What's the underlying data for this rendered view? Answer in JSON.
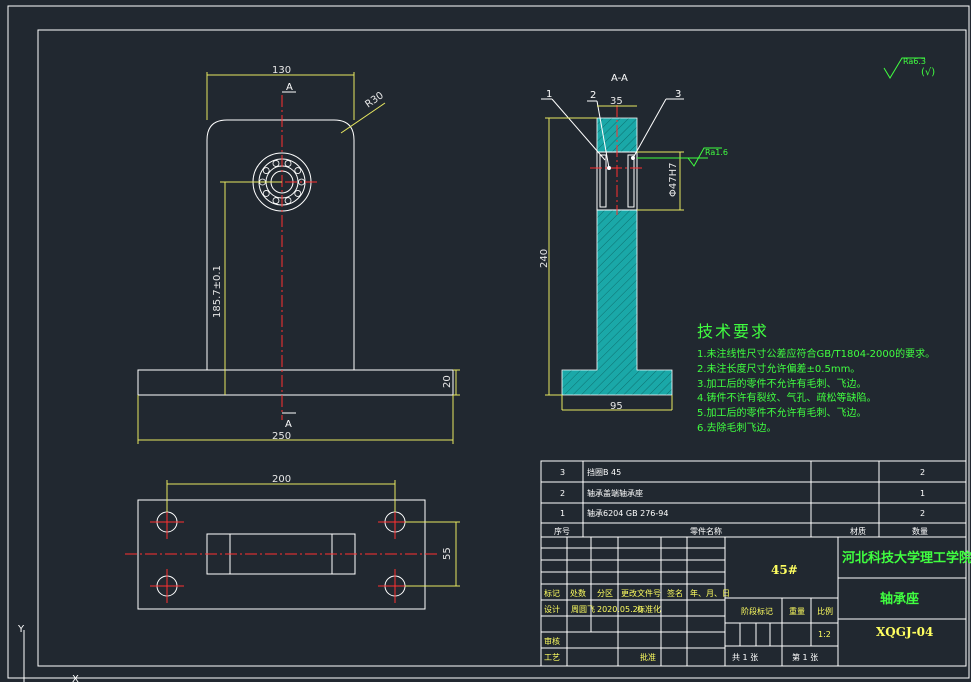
{
  "front_view": {
    "dim_width": "130",
    "dim_radius": "R30",
    "dim_height": "185.7±0.1",
    "dim_base_thickness": "20",
    "dim_base_width": "250",
    "section_mark": "A"
  },
  "section_view": {
    "title": "A-A",
    "callout_1": "1",
    "callout_2": "2",
    "callout_3": "3",
    "dim_top": "35",
    "dim_height": "240",
    "dim_bore": "Φ47H7",
    "dim_base": "95",
    "roughness": "Ra1.6"
  },
  "top_view": {
    "dim_hole_spacing": "200",
    "dim_depth": "55"
  },
  "general_roughness": {
    "value": "Ra6.3",
    "suffix": "(√)"
  },
  "tech_requirements": {
    "title": "技术要求",
    "items": [
      "1.未注线性尺寸公差应符合GB/T1804-2000的要求。",
      "2.未注长度尺寸允许偏差±0.5mm。",
      "3.加工后的零件不允许有毛刺、飞边。",
      "4.铸件不许有裂纹、气孔、疏松等缺陷。",
      "5.加工后的零件不允许有毛刺、飞边。",
      "6.去除毛刺飞边。"
    ]
  },
  "parts_list": {
    "rows": [
      {
        "no": "3",
        "name": "挡圈B 45",
        "qty": "2"
      },
      {
        "no": "2",
        "name": "轴承盖端轴承座",
        "qty": "1"
      },
      {
        "no": "1",
        "name": "轴承6204 GB 276-94",
        "qty": "2"
      }
    ],
    "header": {
      "no": "序号",
      "name": "零件名称",
      "material": "材质",
      "qty": "数量"
    }
  },
  "title_block": {
    "material": "45#",
    "school": "河北科技大学理工学院",
    "part_name": "轴承座",
    "drawing_no": "XQGJ-04",
    "row_labels": [
      "标记",
      "处数",
      "分区",
      "更改文件号",
      "签名",
      "年、月、日"
    ],
    "designer_label": "设计",
    "designer": "周圆飞",
    "date": "2020.05.20",
    "standardization": "标准化",
    "stage_label": "阶段标记",
    "weight_label": "重量",
    "scale_label": "比例",
    "scale": "1:2",
    "review_label": "审核",
    "process_label": "工艺",
    "approve_label": "批准",
    "sheet_total": "共 1 张",
    "sheet_no": "第 1 张"
  },
  "ucs": {
    "y": "Y",
    "x": "X"
  }
}
